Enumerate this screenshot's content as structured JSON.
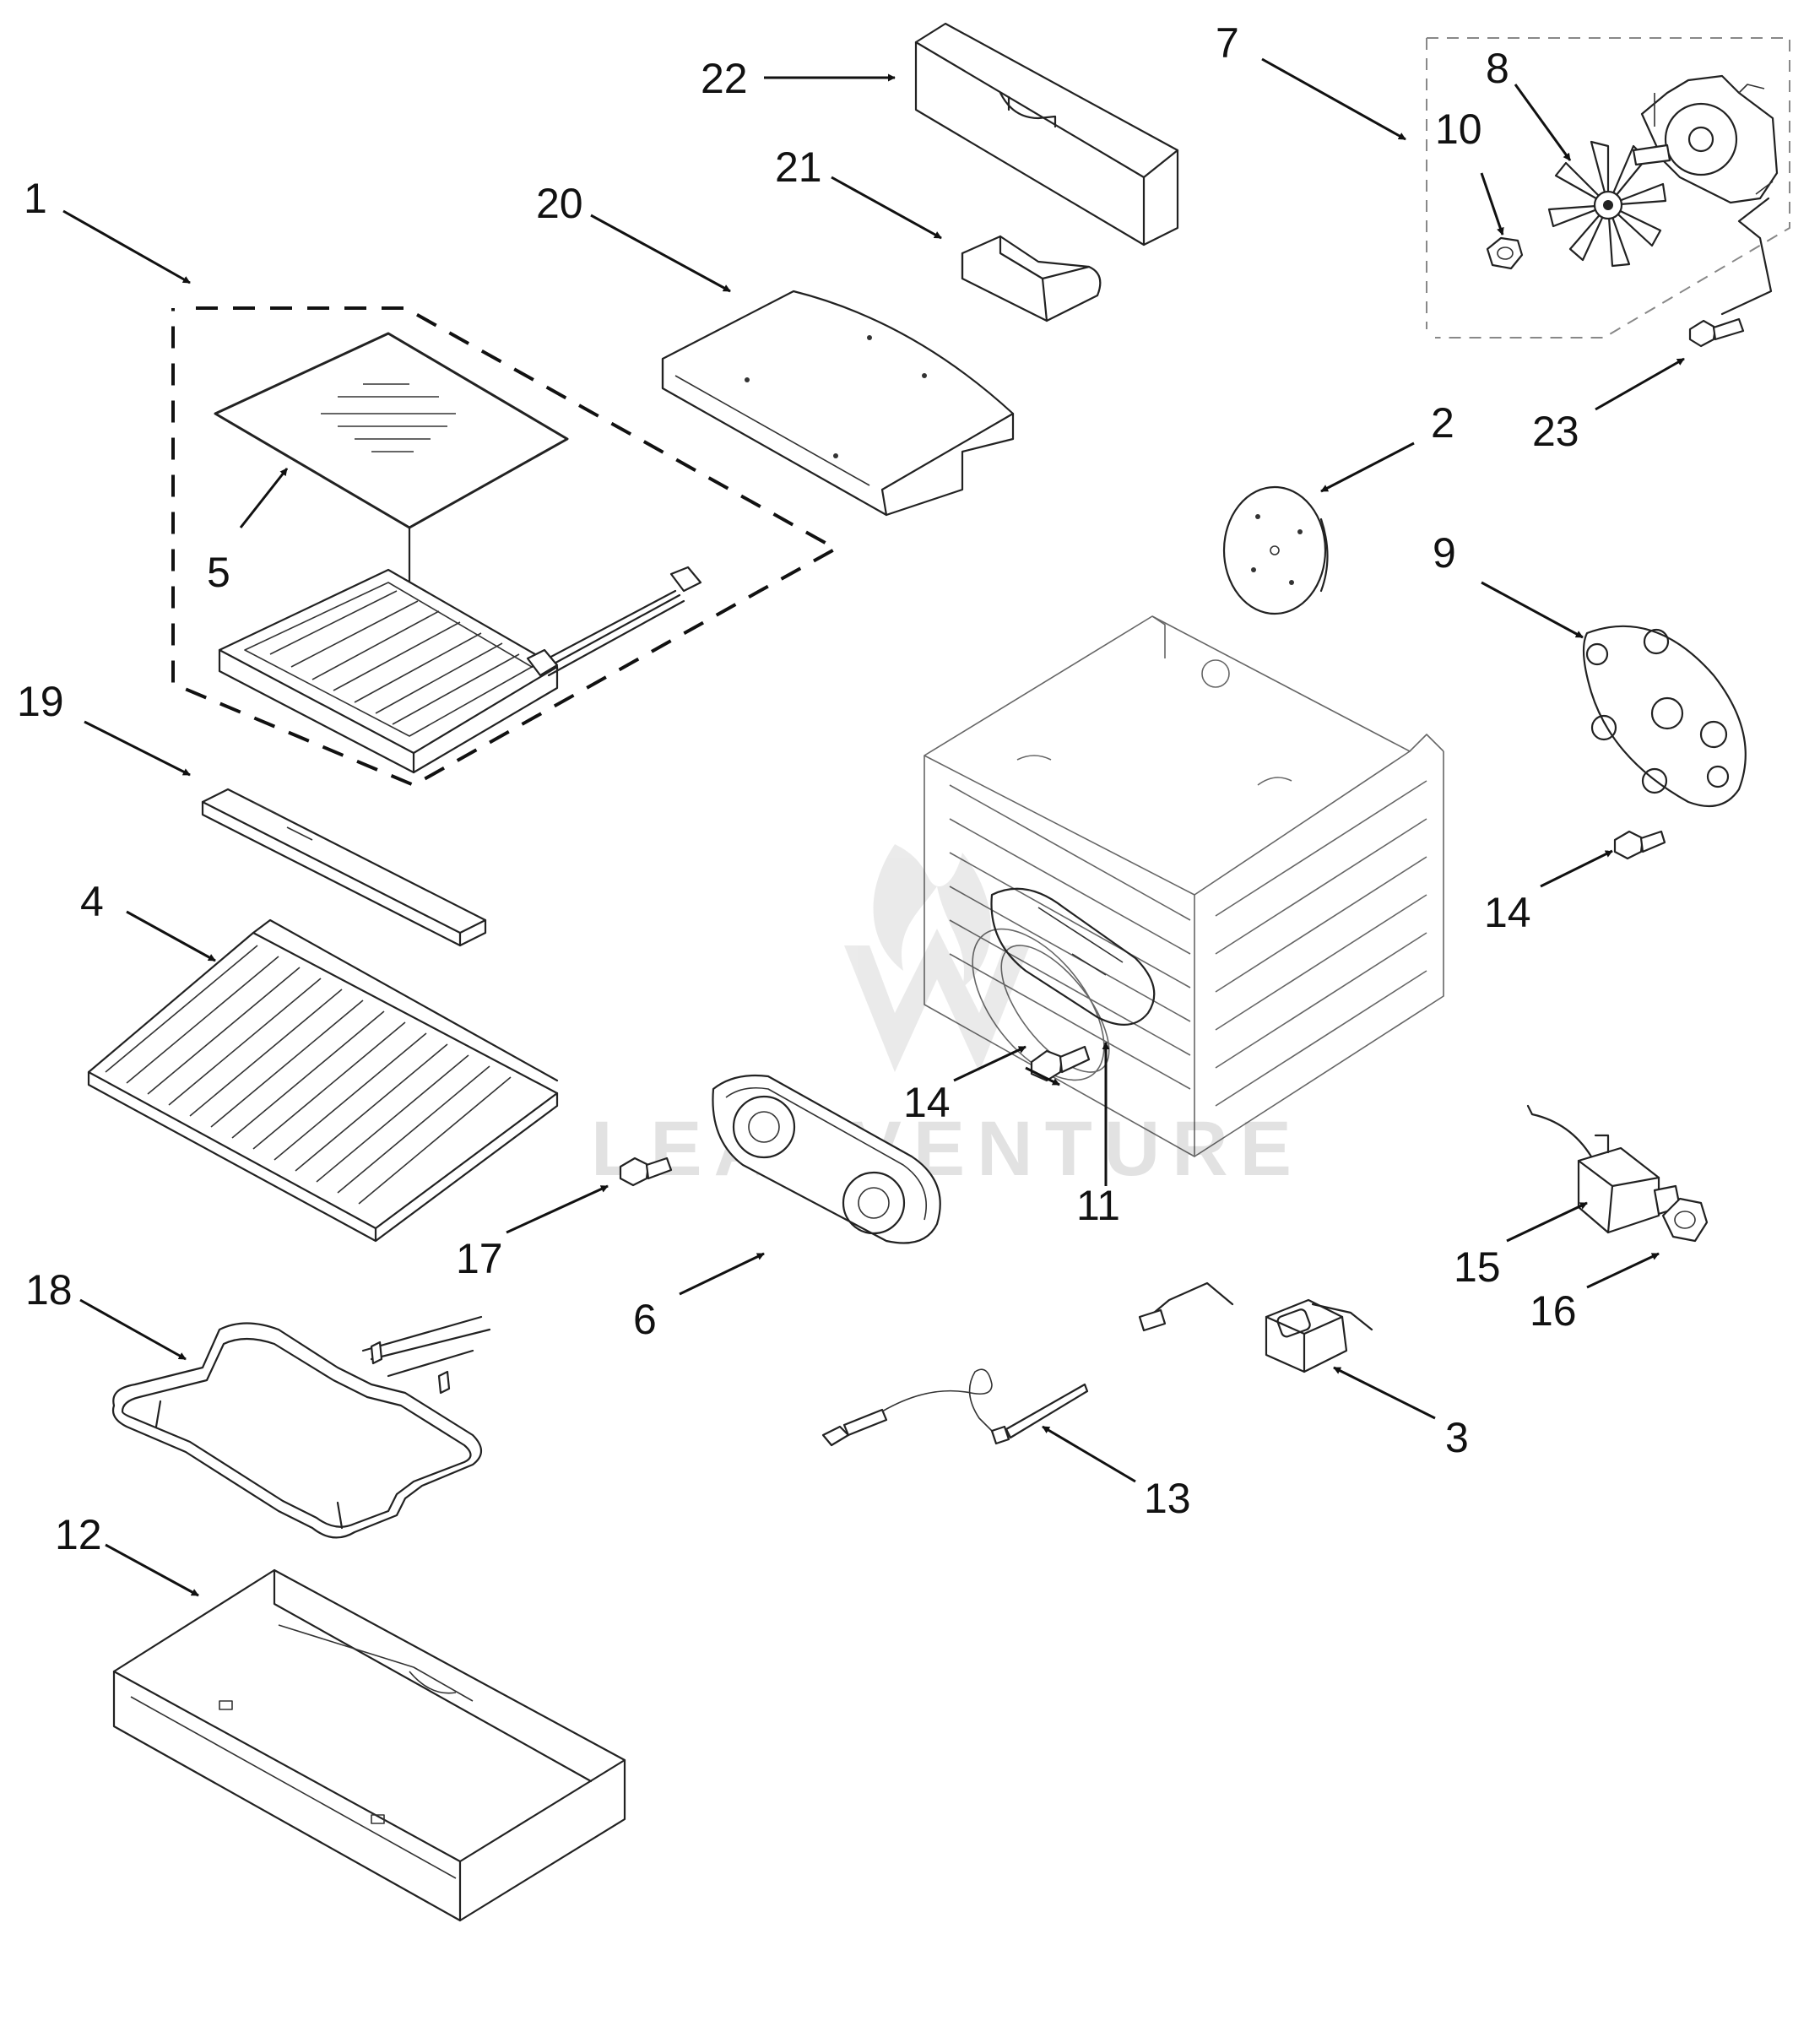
{
  "callouts": {
    "c1": "1",
    "c2": "2",
    "c3": "3",
    "c4": "4",
    "c5": "5",
    "c6": "6",
    "c7": "7",
    "c8": "8",
    "c9": "9",
    "c10": "10",
    "c11": "11",
    "c12": "12",
    "c13": "13",
    "c14a": "14",
    "c14b": "14",
    "c15": "15",
    "c16": "16",
    "c17": "17",
    "c18": "18",
    "c19": "19",
    "c20": "20",
    "c21": "21",
    "c22": "22",
    "c23": "23"
  },
  "watermark": "LEADVENTURE"
}
